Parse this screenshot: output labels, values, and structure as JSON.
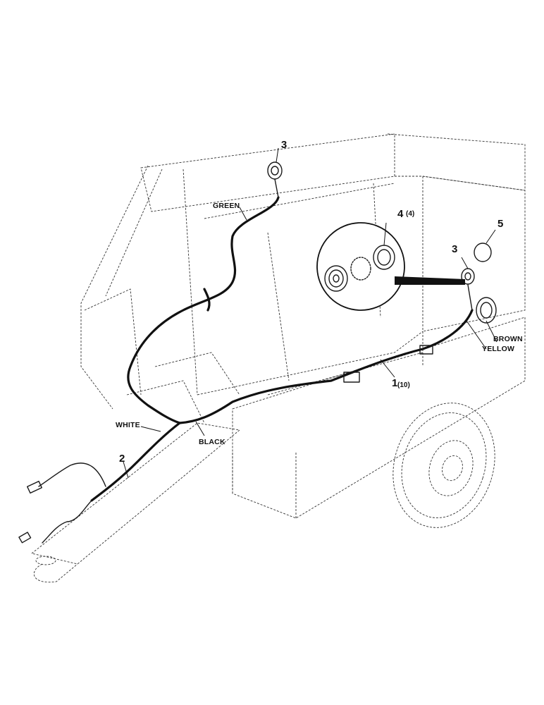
{
  "callouts": {
    "c1": "1",
    "c1_qty": "(10)",
    "c2": "2",
    "c3_top": "3",
    "c3_right": "3",
    "c4": "4",
    "c4_qty": "(4)",
    "c5": "5"
  },
  "wire_labels": {
    "green": "GREEN",
    "white": "WHITE",
    "black": "BLACK",
    "brown": "BROWN",
    "yellow": "YELLOW"
  }
}
